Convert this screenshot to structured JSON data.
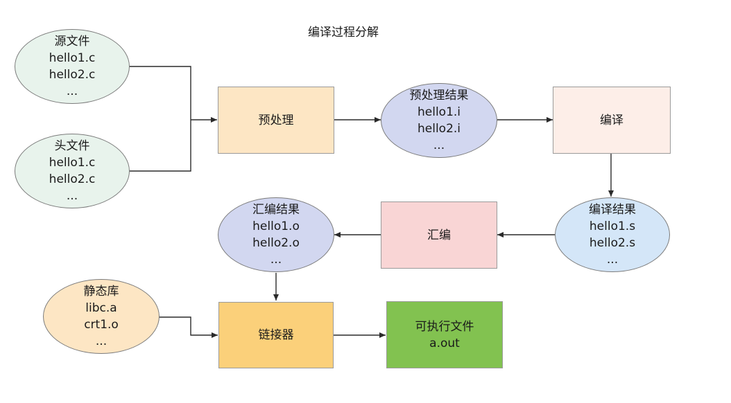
{
  "title": "编译过程分解",
  "nodes": {
    "source_files": {
      "lines": [
        "源文件",
        "hello1.c",
        "hello2.c",
        "..."
      ]
    },
    "header_files": {
      "lines": [
        "头文件",
        "hello1.c",
        "hello2.c",
        "..."
      ]
    },
    "preprocess": {
      "label": "预处理"
    },
    "preprocess_result": {
      "lines": [
        "预处理结果",
        "hello1.i",
        "hello2.i",
        "..."
      ]
    },
    "compile": {
      "label": "编译"
    },
    "compile_result": {
      "lines": [
        "编译结果",
        "hello1.s",
        "hello2.s",
        "..."
      ]
    },
    "assemble": {
      "label": "汇编"
    },
    "assemble_result": {
      "lines": [
        "汇编结果",
        "hello1.o",
        "hello2.o",
        "..."
      ]
    },
    "static_lib": {
      "lines": [
        "静态库",
        "libc.a",
        "crt1.o",
        "..."
      ]
    },
    "linker": {
      "label": "链接器"
    },
    "executable": {
      "lines": [
        "可执行文件",
        "a.out"
      ]
    }
  },
  "colors": {
    "source_fill": "#e8f3ec",
    "preprocess_fill": "#fde6c4",
    "preprocess_result_fill": "#d2d7f0",
    "compile_fill": "#fdeee8",
    "compile_result_fill": "#d4e6f8",
    "assemble_fill": "#f9d5d5",
    "assemble_result_fill": "#d2d7f0",
    "static_lib_fill": "#fde6c4",
    "linker_fill": "#fbd07a",
    "executable_fill": "#82c250",
    "edge": "#2a2a2a"
  }
}
